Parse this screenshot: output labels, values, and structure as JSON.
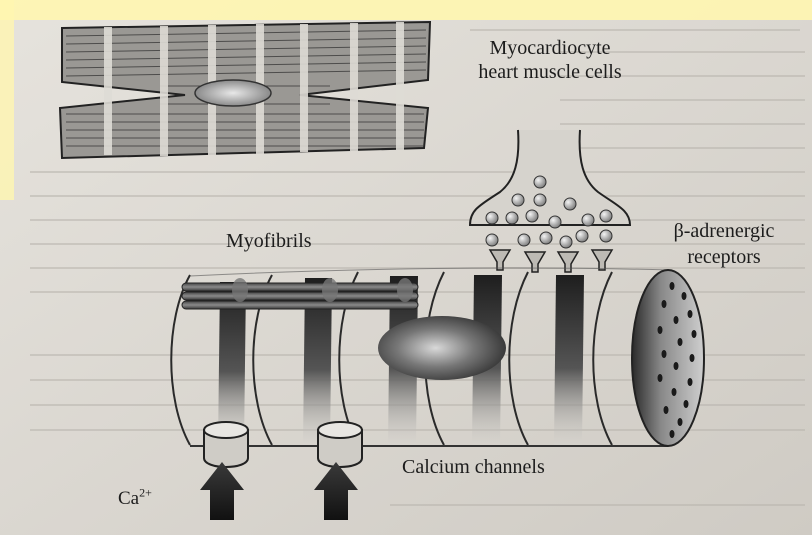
{
  "diagram": {
    "labels": {
      "myocardiocyte": "Myocardiocyte",
      "heart_muscle_cells": "heart muscle cells",
      "myofibrils": "Myofibrils",
      "beta_adrenergic": "β-adrenergic",
      "receptors": "receptors",
      "calcium_channels": "Calcium channels",
      "ca_base": "Ca",
      "ca_charge": "2+"
    },
    "colors": {
      "page": "#d9d6d0",
      "ink": "#1c1c1c",
      "highlight": "#fff6b0",
      "membrane": "#2a2a2a"
    }
  }
}
